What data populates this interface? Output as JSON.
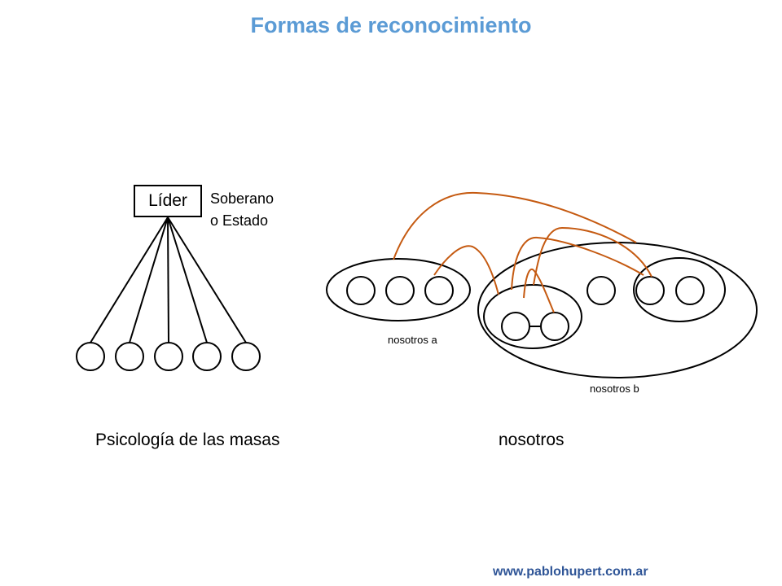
{
  "title": "Formas de reconocimiento",
  "leader": {
    "label": "Líder",
    "side_label_line1": "Soberano",
    "side_label_line2": "o Estado"
  },
  "groups": {
    "group_a_label": "nosotros a",
    "group_b_label": "nosotros b"
  },
  "captions": {
    "left": "Psicología de las masas",
    "right": "nosotros"
  },
  "footer_url": "www.pablohupert.com.ar",
  "colors": {
    "title": "#5b9bd5",
    "url": "#2f5597",
    "link": "#c55a11",
    "stroke": "#000000"
  }
}
